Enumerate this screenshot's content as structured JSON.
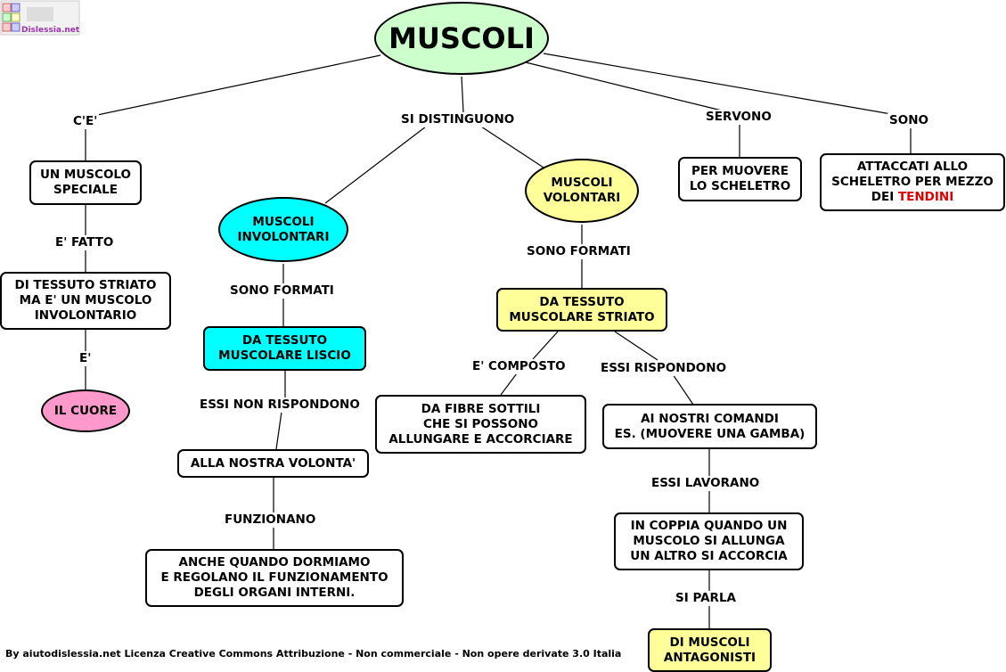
{
  "logo": {
    "text": "Dislessia.net"
  },
  "title": "MUSCOLI",
  "nodes": {
    "speciale": "UN MUSCOLO\nSPECIALE",
    "striato_involontario": "DI TESSUTO STRIATO\nMA E' UN MUSCOLO\nINVOLONTARIO",
    "cuore": "IL CUORE",
    "involontari": "MUSCOLI\nINVOLONTARI",
    "liscio": "DA TESSUTO\nMUSCOLARE LISCIO",
    "volonta": "ALLA NOSTRA VOLONTA'",
    "dormiamo": "ANCHE QUANDO DORMIAMO\nE REGOLANO IL FUNZIONAMENTO\nDEGLI ORGANI INTERNI.",
    "volontari": "MUSCOLI\nVOLONTARI",
    "striato": "DA TESSUTO\nMUSCOLARE STRIATO",
    "fibre": "DA FIBRE SOTTILI\nCHE SI POSSONO\nALLUNGARE E ACCORCIARE",
    "comandi": "AI NOSTRI COMANDI\nES. (MUOVERE UNA GAMBA)",
    "coppia": "IN COPPIA QUANDO UN\nMUSCOLO SI ALLUNGA\nUN ALTRO SI ACCORCIA",
    "antagonisti": "DI MUSCOLI\nANTAGONISTI",
    "scheletro": "PER MUOVERE\nLO SCHELETRO",
    "attaccati": "ATTACCATI ALLO\nSCHELETRO PER MEZZO\nDEI ",
    "tendini": "TENDINI"
  },
  "labels": {
    "ce": "C'E'",
    "fatto": "E' FATTO",
    "e": "E'",
    "distinguono": "SI DISTINGUONO",
    "formati1": "SONO FORMATI",
    "non_rispondono": "ESSI NON RISPONDONO",
    "funzionano": "FUNZIONANO",
    "formati2": "SONO FORMATI",
    "composto": "E' COMPOSTO",
    "rispondono": "ESSI RISPONDONO",
    "lavorano": "ESSI LAVORANO",
    "parla": "SI PARLA",
    "servono": "SERVONO",
    "sono": "SONO"
  },
  "colors": {
    "title_fill": "#ccffcc",
    "involontari_fill": "#00ffff",
    "liscio_fill": "#00ffff",
    "volontari_fill": "#ffff99",
    "striato_fill": "#ffff99",
    "antagonisti_fill": "#ffff99",
    "cuore_fill": "#ff99cc",
    "accent_red": "#e00000"
  },
  "footer": "By aiutodislessia.net Licenza Creative Commons Attribuzione - Non commerciale - Non opere derivate 3.0 Italia"
}
